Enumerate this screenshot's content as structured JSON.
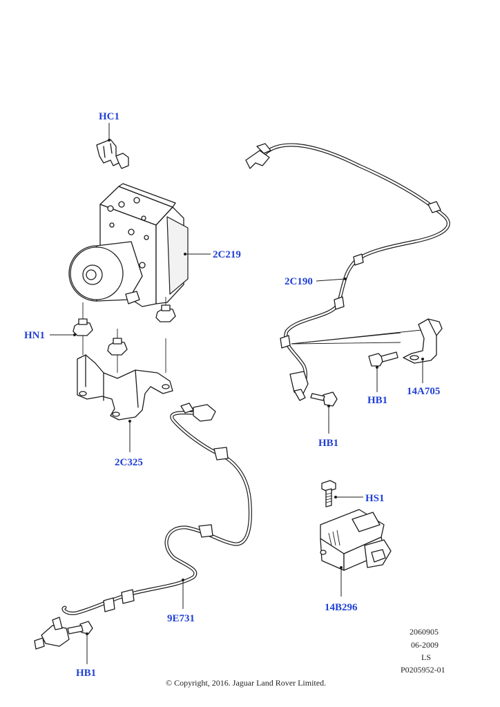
{
  "labels": {
    "hc1": "HC1",
    "c2219": "2C219",
    "hn1": "HN1",
    "c2325": "2C325",
    "c2190": "2C190",
    "hb1_bracket": "HB1",
    "a14705": "14A705",
    "hb1_sensor": "HB1",
    "e9731": "9E731",
    "hb1_front": "HB1",
    "hs1": "HS1",
    "b14296": "14B296"
  },
  "meta": {
    "line1": "2060905",
    "line2": "06-2009",
    "line3": "LS",
    "line4": "P0205952-01"
  },
  "copyright": "© Copyright, 2016. Jaguar Land Rover Limited."
}
